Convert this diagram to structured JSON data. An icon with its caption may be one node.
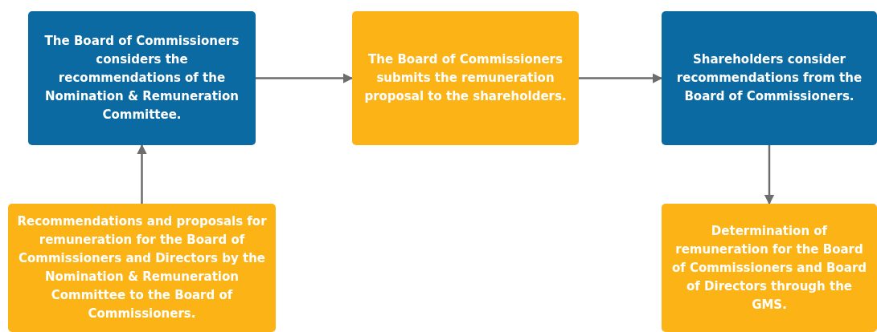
{
  "diagram": {
    "nodes": [
      {
        "text": [
          "The Board of Commissioners considers the recommendations of the Nomination & Remuneration Committee."
        ]
      },
      {
        "text": [
          "The Board of Commissioners submits the remuneration proposal to the shareholders."
        ]
      },
      {
        "text": [
          "Shareholders consider recommendations from the Board of Commissioners."
        ]
      },
      {
        "text": [
          "Recommendations and proposals for remuneration for the Board of Commissioners and Directors by the Nomination & Remuneration Committee to the Board of Commissioners."
        ]
      },
      {
        "text": [
          "Determination of remuneration for the Board of Commissioners and Board of Directors through the GMS."
        ]
      }
    ],
    "edges": [
      {
        "from": 3,
        "to": 0,
        "arrow": "to"
      },
      {
        "from": 0,
        "to": 1,
        "arrow": "to"
      },
      {
        "from": 1,
        "to": 2,
        "arrow": "to"
      },
      {
        "from": 2,
        "to": 4,
        "arrow": "to"
      }
    ]
  }
}
